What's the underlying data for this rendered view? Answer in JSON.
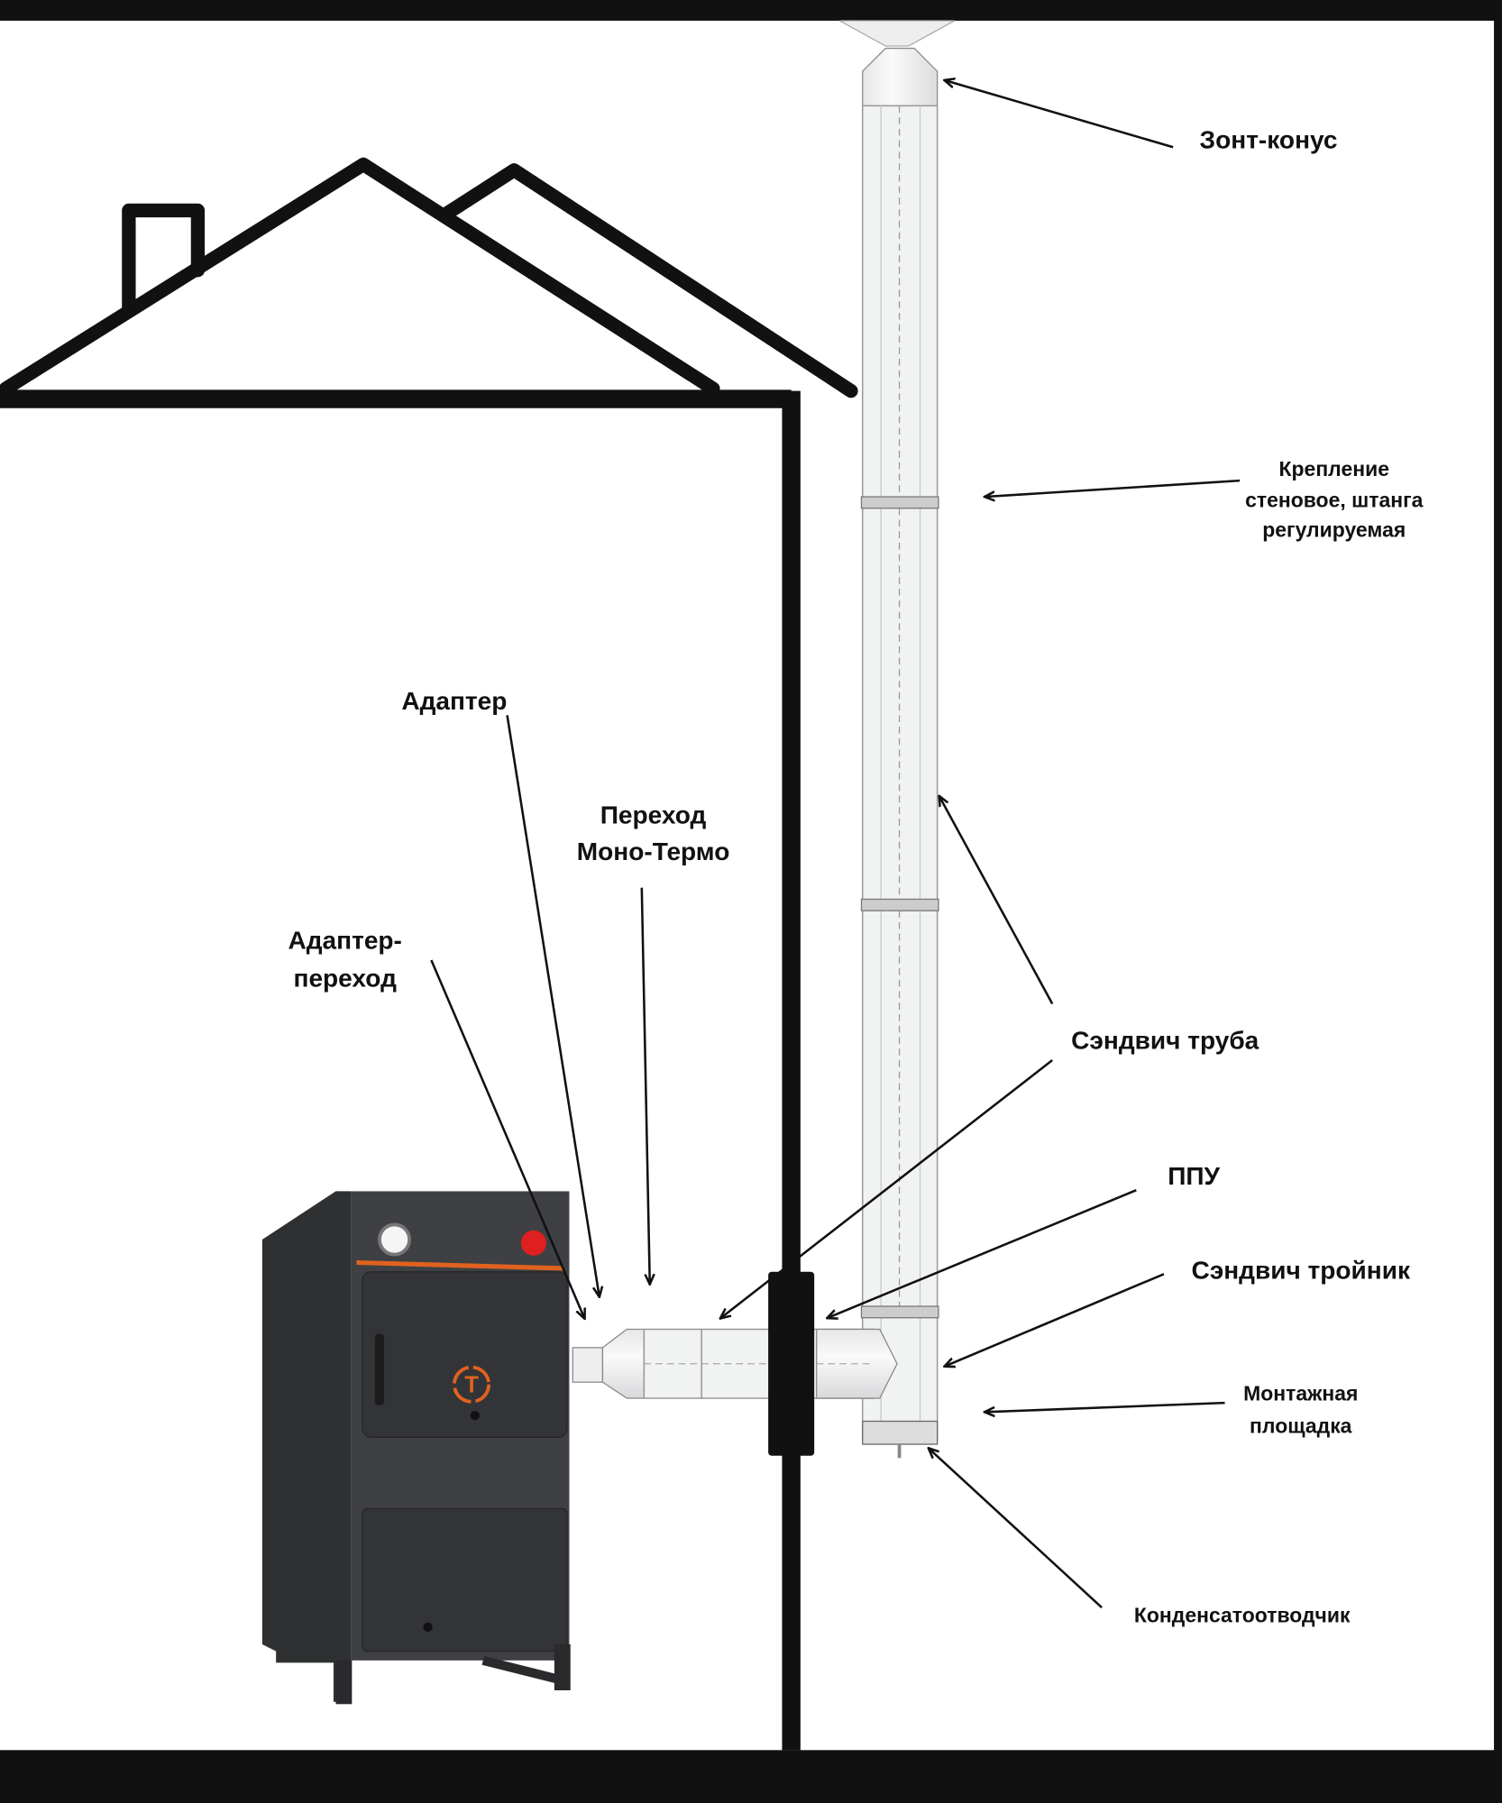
{
  "diagram": {
    "title": "Схема дымохода от котла",
    "labels": {
      "zont_konus": "Зонт-конус",
      "kreplenie_1": "Крепление",
      "kreplenie_2": "стеновое, штанга",
      "kreplenie_3": "регулируемая",
      "sandwich_truba": "Сэндвич труба",
      "ppu": "ППУ",
      "sandwich_troynik": "Сэндвич тройник",
      "montazh_1": "Монтажная",
      "montazh_2": "площадка",
      "kondensat": "Конденсатоотводчик",
      "adapter": "Адаптер",
      "perehod_1": "Переход",
      "perehod_2": "Моно-Термо",
      "adapter_perehod_1": "Адаптер-",
      "adapter_perehod_2": "переход"
    },
    "boiler_logo": "T",
    "colors": {
      "frame": "#111111",
      "boiler": "#3a3b3d",
      "accent": "#e0621f",
      "valve": "#e02020"
    }
  }
}
